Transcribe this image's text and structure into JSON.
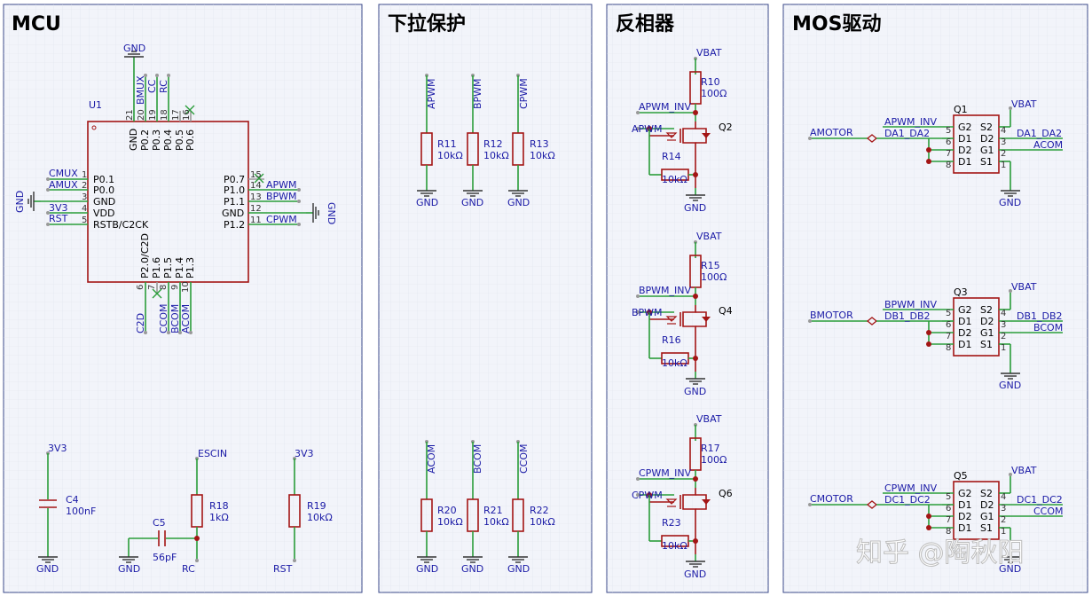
{
  "panels": {
    "mcu": {
      "title": "MCU"
    },
    "pulldown": {
      "title": "下拉保护"
    },
    "inverter": {
      "title": "反相器"
    },
    "mos": {
      "title": "MOS驱动"
    }
  },
  "mcu": {
    "ref": "U1",
    "gnd_top": "GND",
    "top_nets": [
      "BMUX",
      "CC",
      "RC"
    ],
    "top_pin_nums": [
      "21",
      "20",
      "19",
      "18",
      "17",
      "16"
    ],
    "top_pin_names": [
      "GND",
      "P0.2",
      "P0.3",
      "P0.4",
      "P0.5",
      "P0.6"
    ],
    "left_nets": [
      "CMUX",
      "AMUX",
      "3V3",
      "RST"
    ],
    "left_gnd": "GND",
    "left_pin_nums": [
      "1",
      "2",
      "3",
      "4",
      "5"
    ],
    "left_pin_names": [
      "P0.1",
      "P0.0",
      "GND",
      "VDD",
      "RSTB/C2CK"
    ],
    "right_pin_names": [
      "P0.7",
      "P1.0",
      "P1.1",
      "GND",
      "P1.2"
    ],
    "right_pin_nums": [
      "15",
      "14",
      "13",
      "12",
      "11"
    ],
    "right_nets": [
      "APWM",
      "BPWM",
      "CPWM"
    ],
    "right_gnd": "GND",
    "bottom_pin_nums": [
      "6",
      "7",
      "8",
      "9",
      "10"
    ],
    "bottom_pin_names": [
      "P2.0/C2D",
      "P1.6",
      "P1.5",
      "P1.4",
      "P1.3"
    ],
    "bottom_nets": [
      "C2D",
      "CCOM",
      "BCOM",
      "ACOM"
    ]
  },
  "mcu_support": {
    "c4": {
      "ref": "C4",
      "value": "100nF",
      "top": "3V3",
      "bottom": "GND"
    },
    "c5": {
      "ref": "C5",
      "value": "56pF",
      "bottom": "GND"
    },
    "r18": {
      "ref": "R18",
      "value": "1kΩ",
      "top": "ESCIN",
      "bottom": "RC"
    },
    "r19": {
      "ref": "R19",
      "value": "10kΩ",
      "top": "3V3",
      "bottom": "RST"
    }
  },
  "pulldown": {
    "top": [
      {
        "net": "APWM",
        "ref": "R11",
        "value": "10kΩ",
        "gnd": "GND"
      },
      {
        "net": "BPWM",
        "ref": "R12",
        "value": "10kΩ",
        "gnd": "GND"
      },
      {
        "net": "CPWM",
        "ref": "R13",
        "value": "10kΩ",
        "gnd": "GND"
      }
    ],
    "bottom": [
      {
        "net": "ACOM",
        "ref": "R20",
        "value": "10kΩ",
        "gnd": "GND"
      },
      {
        "net": "BCOM",
        "ref": "R21",
        "value": "10kΩ",
        "gnd": "GND"
      },
      {
        "net": "CCOM",
        "ref": "R22",
        "value": "10kΩ",
        "gnd": "GND"
      }
    ]
  },
  "inverter": [
    {
      "vbat": "VBAT",
      "rtop": "R10",
      "rtop_val": "100Ω",
      "out": "APWM_INV",
      "in": "APWM",
      "q": "Q2",
      "rbot": "R14",
      "rbot_val": "10kΩ",
      "gnd": "GND"
    },
    {
      "vbat": "VBAT",
      "rtop": "R15",
      "rtop_val": "100Ω",
      "out": "BPWM_INV",
      "in": "BPWM",
      "q": "Q4",
      "rbot": "R16",
      "rbot_val": "10kΩ",
      "gnd": "GND"
    },
    {
      "vbat": "VBAT",
      "rtop": "R17",
      "rtop_val": "100Ω",
      "out": "CPWM_INV",
      "in": "CPWM",
      "q": "Q6",
      "rbot": "R23",
      "rbot_val": "10kΩ",
      "gnd": "GND"
    }
  ],
  "mos": [
    {
      "motor": "AMOTOR",
      "inv": "APWM_INV",
      "pair_l": "DA1_DA2",
      "q": "Q1",
      "vbat": "VBAT",
      "pair_r": "DA1_DA2",
      "com": "ACOM",
      "gnd": "GND"
    },
    {
      "motor": "BMOTOR",
      "inv": "BPWM_INV",
      "pair_l": "DB1_DB2",
      "q": "Q3",
      "vbat": "VBAT",
      "pair_r": "DB1_DB2",
      "com": "BCOM",
      "gnd": "GND"
    },
    {
      "motor": "CMOTOR",
      "inv": "CPWM_INV",
      "pair_l": "DC1_DC2",
      "q": "Q5",
      "vbat": "VBAT",
      "pair_r": "DC1_DC2",
      "com": "CCOM",
      "gnd": "GND"
    }
  ],
  "mos_pins": {
    "left_nums": [
      "5",
      "6",
      "7",
      "8"
    ],
    "left_names": [
      "G2",
      "D1",
      "D2",
      "D1"
    ],
    "right_names": [
      "S2",
      "D2",
      "G1",
      "S1"
    ],
    "right_nums": [
      "4",
      "3",
      "2",
      "1"
    ]
  },
  "watermark": "知乎 @陶秋阳",
  "colors": {
    "wire": "#2a9d3a",
    "component": "#a31515",
    "net_label": "#1a1aa6",
    "grid": "#dfe3ec",
    "panel_border": "#3b4a8a"
  }
}
